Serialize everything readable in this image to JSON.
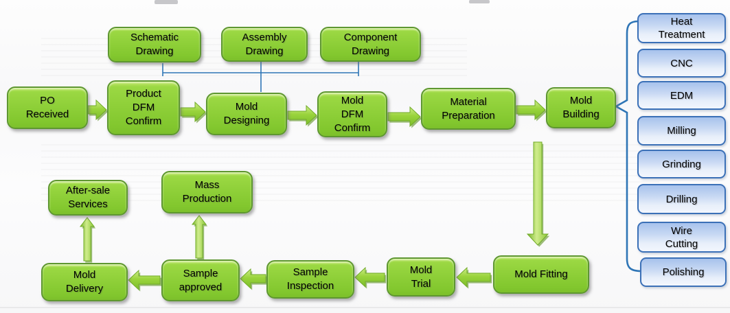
{
  "diagram_type": "process-flowchart",
  "labels": {
    "schematic_drawing": "Schematic\nDrawing",
    "assembly_drawing": "Assembly\nDrawing",
    "component_drawing": "Component\nDrawing",
    "po_received": "PO\nReceived",
    "product_dfm_confirm": "Product\nDFM\nConfirm",
    "mold_designing": "Mold\nDesigning",
    "mold_dfm_confirm": "Mold\nDFM\nConfirm",
    "material_preparation": "Material\nPreparation",
    "mold_building": "Mold\nBuilding",
    "heat_treatment": "Heat\nTreatment",
    "cnc": "CNC",
    "edm": "EDM",
    "milling": "Milling",
    "grinding": "Grinding",
    "drilling": "Drilling",
    "wire_cutting": "Wire\nCutting",
    "polishing": "Polishing",
    "mold_fitting": "Mold Fitting",
    "mold_trial": "Mold\nTrial",
    "sample_inspection": "Sample\nInspection",
    "sample_approved": "Sample\napproved",
    "mold_delivery": "Mold\nDelivery",
    "mass_production": "Mass\nProduction",
    "after_sale_services": "After-sale\nServices"
  },
  "edges": {
    "main_flow": [
      "po_received > product_dfm_confirm",
      "product_dfm_confirm > mold_designing",
      "mold_designing > mold_dfm_confirm",
      "mold_dfm_confirm > material_preparation",
      "material_preparation > mold_building",
      "mold_building > mold_fitting",
      "mold_fitting > mold_trial",
      "mold_trial > sample_inspection",
      "sample_inspection > sample_approved",
      "sample_approved > mold_delivery"
    ],
    "branch_flow": [
      "sample_approved > mass_production",
      "mold_delivery > after_sale_services"
    ],
    "inputs_to_mold_designing": [
      "schematic_drawing",
      "assembly_drawing",
      "component_drawing"
    ],
    "mold_building_processes": [
      "heat_treatment",
      "cnc",
      "edm",
      "milling",
      "grinding",
      "drilling",
      "wire_cutting",
      "polishing"
    ]
  },
  "colors": {
    "node_green_fill": "#8FD039",
    "node_green_border": "#5E9730",
    "node_blue_fill": "#C7D8F3",
    "node_blue_border": "#3B70B7",
    "connector_blue": "#2E75B6",
    "arrow_green": "#9AD43C",
    "arrow_green_dark": "#619C20",
    "text_color": "#000000"
  }
}
